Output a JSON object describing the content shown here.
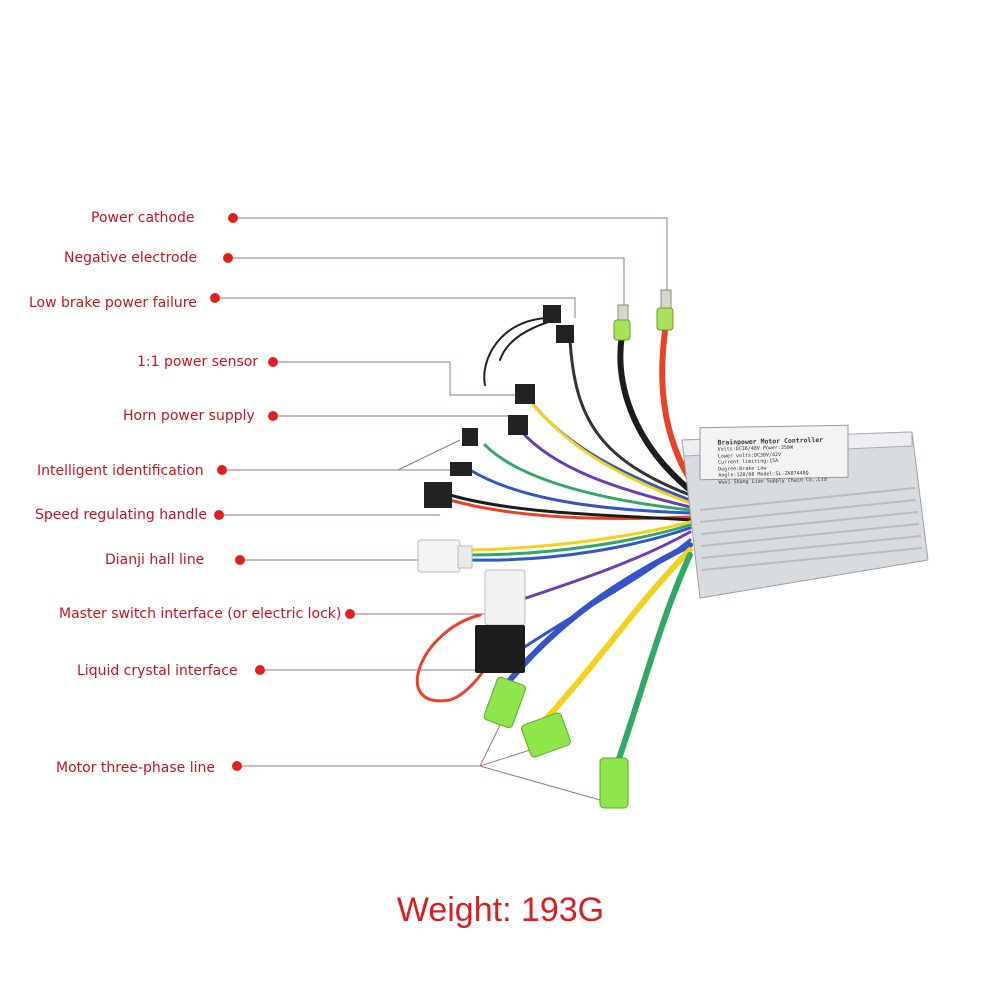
{
  "labels": [
    "Power cathode",
    "Negative electrode",
    "Low brake power failure",
    "1:1 power sensor",
    "Horn power supply",
    "Intelligent identification",
    "Speed regulating handle",
    "Dianji hall line",
    "Master switch interface (or electric lock)",
    "Liquid crystal interface",
    "Motor three-phase line"
  ],
  "weight_text": "Weight: 193G",
  "controller_label": {
    "title": "Brainpower Motor Controller",
    "line1": "Volts:DC36/48V   Power:350W",
    "line2": "Lower volts:DC30V/42V",
    "line3": "Current limiting:15A",
    "line4": "Degree:Brake Low",
    "line5": "Angle:120/60   Model:SL-ZK07448Q",
    "line6": "Wuxi Shang Lian Supply Chain Co.,Ltd"
  },
  "colors": {
    "label": "#c4151c",
    "weight": "#d81e1e",
    "wire_red": "#e8432a",
    "wire_black": "#1c1c1c",
    "wire_yellow": "#f2d21b",
    "wire_green": "#2fa86a",
    "wire_blue": "#3355c8",
    "wire_purple": "#6b3fb3",
    "connector_green": "#8fe64a",
    "housing": "#d9dcdf"
  }
}
